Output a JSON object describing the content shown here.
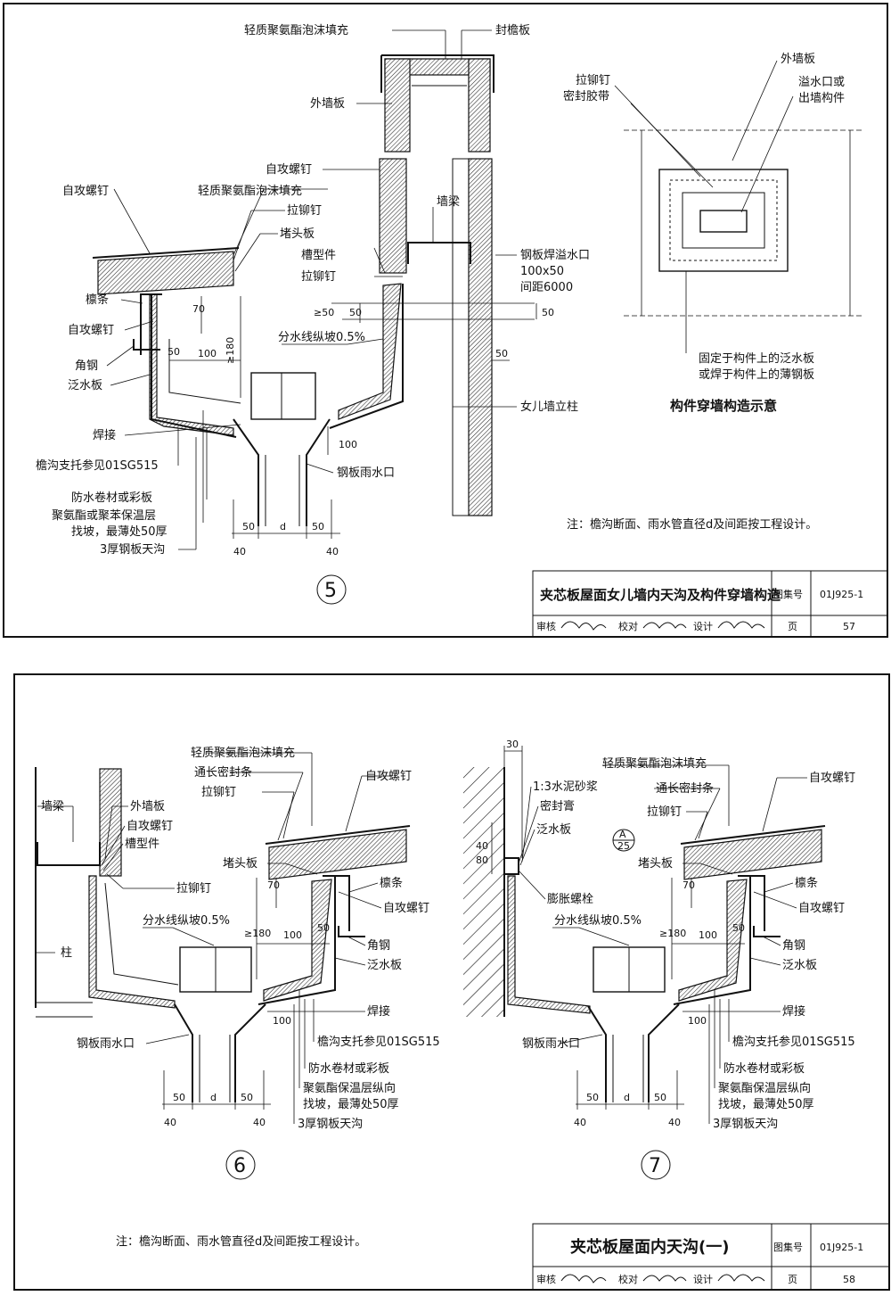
{
  "sheet57": {
    "title": "夹芯板屋面女儿墙内天沟及构件穿墙构造",
    "atlas_label": "图集号",
    "atlas_no": "01J925-1",
    "review_label": "审核",
    "check_label": "校对",
    "design_label": "设计",
    "page_label": "页",
    "page_no": "57",
    "note": "注：檐沟断面、雨水管直径d及间距按工程设计。",
    "detail_no": "5",
    "labels": {
      "foam_fill_top": "轻质聚氨酯泡沫填充",
      "parapet_cap": "封檐板",
      "outer_wall_panel": "外墙板",
      "self_tap_screw_a": "自攻螺钉",
      "self_tap_screw_b": "自攻螺钉",
      "foam_fill": "轻质聚氨酯泡沫填充",
      "rivet_a": "拉铆钉",
      "end_plate": "堵头板",
      "wall_beam": "墙梁",
      "channel": "槽型件",
      "rivet_b": "拉铆钉",
      "steel_overflow": "钢板焊溢水口",
      "overflow_size": "100x50",
      "overflow_spacing": "间距6000",
      "purlin": "檩条",
      "self_tap_screw_c": "自攻螺钉",
      "angle_steel": "角钢",
      "flashing": "泛水板",
      "weld": "焊接",
      "gutter_support": "檐沟支托参见01SG515",
      "waterproof": "防水卷材或彩板",
      "insulation_1": "聚氨酯或聚苯保温层",
      "insulation_2": "找坡，最薄处50厚",
      "steel_gutter": "3厚钢板天沟",
      "steel_drain": "钢板雨水口",
      "parapet_column": "女儿墙立柱",
      "slope": "分水线纵坡0.5%",
      "dims": {
        "d70": "70",
        "d180": "≥180",
        "d50a": "≥50",
        "d50b": "50",
        "d50c": "50",
        "d100": "100",
        "d100b": "100",
        "d50d": "50",
        "d50e": "50",
        "d50f": "50",
        "d": "d",
        "d40a": "40",
        "d40b": "40",
        "d50g": "50"
      }
    },
    "penetration": {
      "caption": "构件穿墙构造示意",
      "rivet": "拉铆钉",
      "sealing_tape": "密封胶带",
      "outer_panel": "外墙板",
      "overflow_1": "溢水口或",
      "overflow_2": "出墙构件",
      "fixed_1": "固定于构件上的泛水板",
      "fixed_2": "或焊于构件上的薄钢板"
    }
  },
  "sheet58": {
    "title": "夹芯板屋面内天沟(一)",
    "atlas_label": "图集号",
    "atlas_no": "01J925-1",
    "review_label": "审核",
    "check_label": "校对",
    "design_label": "设计",
    "page_label": "页",
    "page_no": "58",
    "note": "注：檐沟断面、雨水管直径d及间距按工程设计。",
    "d6": {
      "detail_no": "6",
      "foam_fill": "轻质聚氨酯泡沫填充",
      "seal_strip": "通长密封条",
      "rivet_top": "拉铆钉",
      "self_tap_top": "自攻螺钉",
      "wall_beam": "墙梁",
      "outer_panel": "外墙板",
      "self_tap": "自攻螺钉",
      "channel": "槽型件",
      "end_plate": "堵头板",
      "rivet": "拉铆钉",
      "purlin": "檩条",
      "self_tap_r": "自攻螺钉",
      "column": "柱",
      "slope": "分水线纵坡0.5%",
      "angle_steel": "角钢",
      "flashing": "泛水板",
      "weld": "焊接",
      "drain": "钢板雨水口",
      "support": "檐沟支托参见01SG515",
      "waterproof": "防水卷材或彩板",
      "ins_1": "聚氨酯保温层纵向",
      "ins_2": "找坡，最薄处50厚",
      "gutter": "3厚钢板天沟",
      "dims": {
        "d70": "70",
        "d180": "≥180",
        "d100": "100",
        "d50": "50",
        "d100b": "100",
        "d50a": "50",
        "d": "d",
        "d50b": "50",
        "d40a": "40",
        "d40b": "40"
      }
    },
    "d7": {
      "detail_no": "7",
      "foam_fill": "轻质聚氨酯泡沫填充",
      "seal_strip": "通长密封条",
      "rivet_top": "拉铆钉",
      "self_tap_top": "自攻螺钉",
      "mortar": "1:3水泥砂浆",
      "sealant": "密封膏",
      "flashing_l": "泛水板",
      "ref_top": "A",
      "ref_bottom": "25",
      "end_plate": "堵头板",
      "anchor_bolt": "膨胀螺栓",
      "purlin": "檩条",
      "self_tap_r": "自攻螺钉",
      "slope": "分水线纵坡0.5%",
      "angle_steel": "角钢",
      "flashing": "泛水板",
      "weld": "焊接",
      "drain": "钢板雨水口",
      "support": "檐沟支托参见01SG515",
      "waterproof": "防水卷材或彩板",
      "ins_1": "聚氨酯保温层纵向",
      "ins_2": "找坡，最薄处50厚",
      "gutter": "3厚钢板天沟",
      "dims": {
        "d30": "30",
        "d40": "40",
        "d80": "80",
        "d70": "70",
        "d180": "≥180",
        "d100": "100",
        "d50": "50",
        "d100b": "100",
        "d50a": "50",
        "d": "d",
        "d50b": "50",
        "d40a": "40",
        "d40b": "40"
      }
    }
  }
}
